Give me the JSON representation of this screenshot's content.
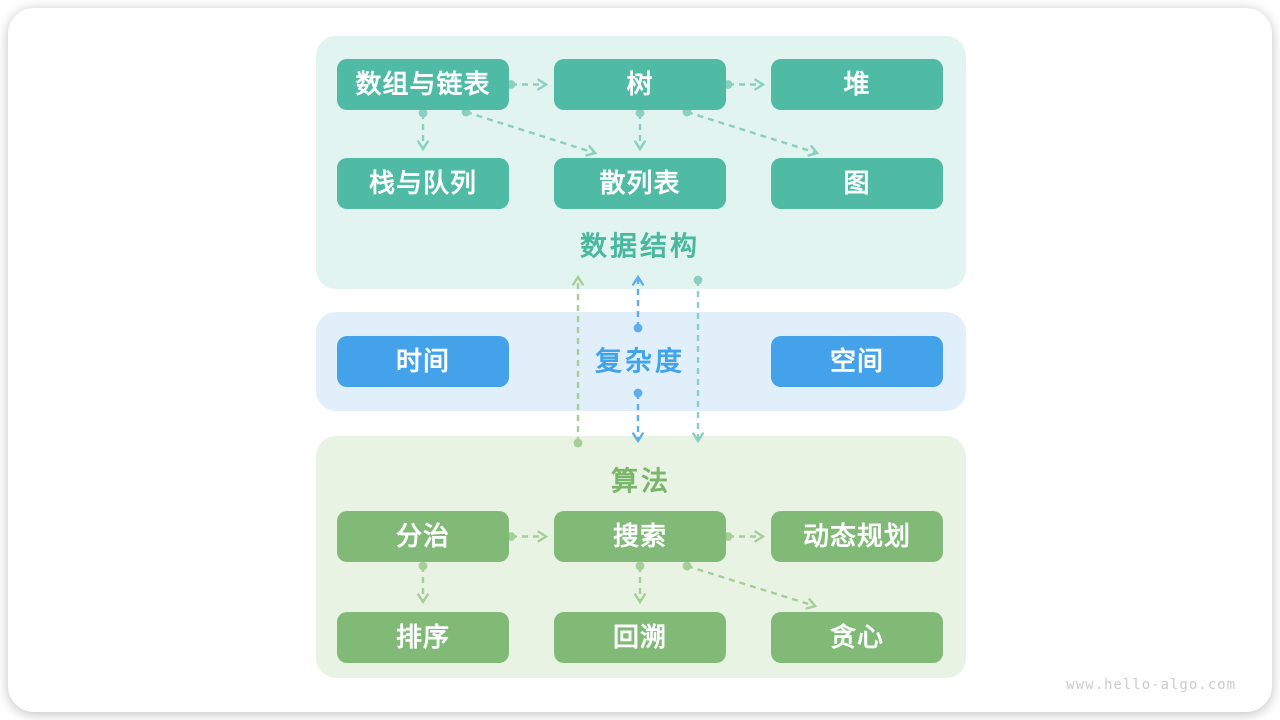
{
  "watermark": "www.hello-algo.com",
  "colors": {
    "teal_box": "#4FBBA5",
    "teal_bg": "#E2F4EF",
    "teal_label": "#48B89F",
    "teal_arrow": "#8BCFC0",
    "blue_box": "#43A2E9",
    "blue_bg": "#E1EFFB",
    "blue_label": "#41A3EB",
    "blue_arrow": "#60ADEC",
    "green_box": "#81BA77",
    "green_bg": "#E9F3E3",
    "green_label": "#79B669",
    "green_arrow": "#A6CE97",
    "watermark": "#CBCBCB"
  },
  "sections": {
    "data_structures": {
      "label": "数据结构",
      "nodes": [
        {
          "id": "arrays-linked-lists",
          "label": "数组与链表"
        },
        {
          "id": "tree",
          "label": "树"
        },
        {
          "id": "heap",
          "label": "堆"
        },
        {
          "id": "stack-queue",
          "label": "栈与队列"
        },
        {
          "id": "hash-table",
          "label": "散列表"
        },
        {
          "id": "graph",
          "label": "图"
        }
      ]
    },
    "complexity": {
      "label": "复杂度",
      "nodes": [
        {
          "id": "time",
          "label": "时间"
        },
        {
          "id": "space",
          "label": "空间"
        }
      ]
    },
    "algorithms": {
      "label": "算法",
      "nodes": [
        {
          "id": "divide-and-conquer",
          "label": "分治"
        },
        {
          "id": "search",
          "label": "搜索"
        },
        {
          "id": "dynamic-programming",
          "label": "动态规划"
        },
        {
          "id": "sorting",
          "label": "排序"
        },
        {
          "id": "backtracking",
          "label": "回溯"
        },
        {
          "id": "greedy",
          "label": "贪心"
        }
      ]
    }
  },
  "edges": [
    {
      "from": "arrays-linked-lists",
      "to": "tree",
      "color": "teal"
    },
    {
      "from": "tree",
      "to": "heap",
      "color": "teal"
    },
    {
      "from": "arrays-linked-lists",
      "to": "stack-queue",
      "color": "teal"
    },
    {
      "from": "arrays-linked-lists",
      "to": "hash-table",
      "color": "teal"
    },
    {
      "from": "tree",
      "to": "hash-table",
      "color": "teal"
    },
    {
      "from": "tree",
      "to": "graph",
      "color": "teal"
    },
    {
      "from": "divide-and-conquer",
      "to": "search",
      "color": "green"
    },
    {
      "from": "search",
      "to": "dynamic-programming",
      "color": "green"
    },
    {
      "from": "divide-and-conquer",
      "to": "sorting",
      "color": "green"
    },
    {
      "from": "search",
      "to": "backtracking",
      "color": "green"
    },
    {
      "from": "search",
      "to": "greedy",
      "color": "green"
    },
    {
      "from": "algorithms",
      "to": "data-structures",
      "color": "green"
    },
    {
      "from": "complexity",
      "to": "data-structures",
      "color": "blue"
    },
    {
      "from": "complexity",
      "to": "algorithms",
      "color": "blue"
    },
    {
      "from": "data-structures",
      "to": "algorithms",
      "color": "teal"
    }
  ]
}
